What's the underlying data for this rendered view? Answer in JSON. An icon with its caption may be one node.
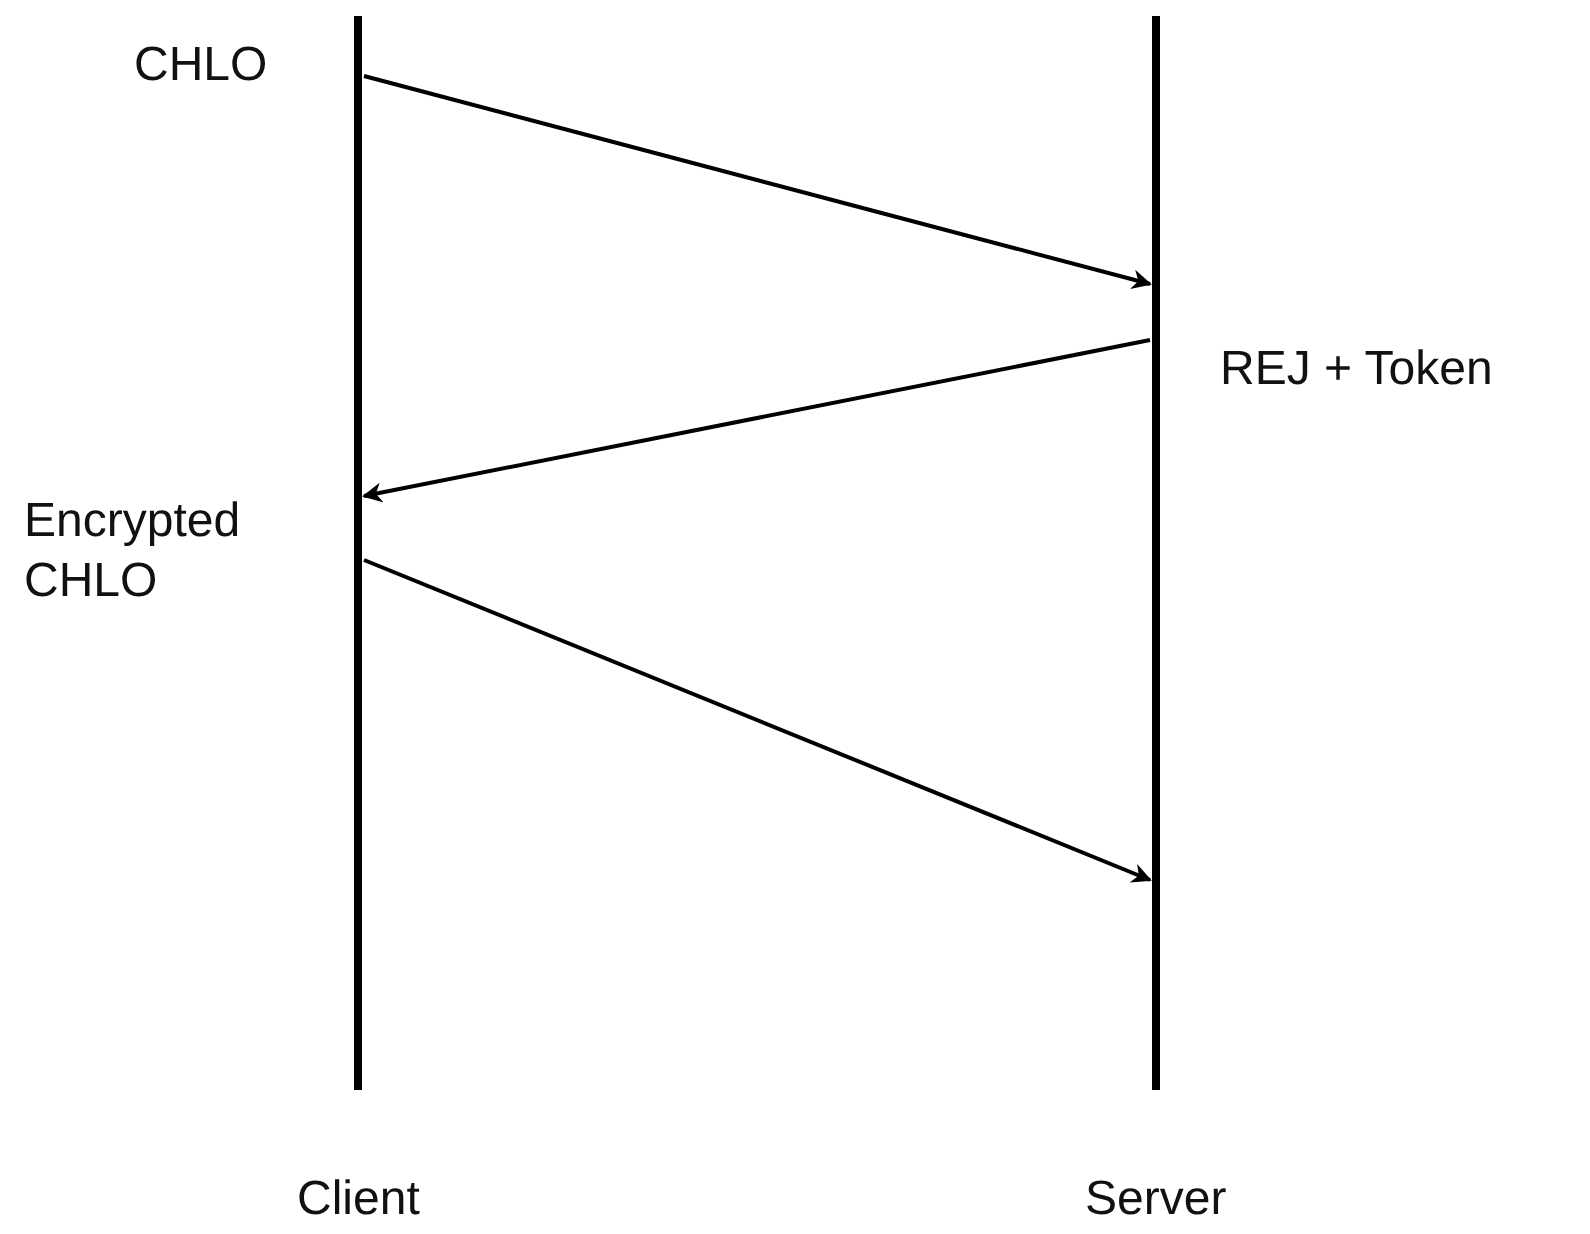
{
  "diagram": {
    "nodes": [
      {
        "text": [
          "Client"
        ]
      },
      {
        "text": [
          "Server"
        ]
      }
    ],
    "edges": [
      {
        "from": 0,
        "to": 1,
        "arrow": "to",
        "label": "CHLO"
      },
      {
        "from": 1,
        "to": 0,
        "arrow": "to",
        "label": "REJ + Token"
      },
      {
        "from": 0,
        "to": 1,
        "arrow": "to",
        "label": "Encrypted CHLO"
      }
    ]
  }
}
